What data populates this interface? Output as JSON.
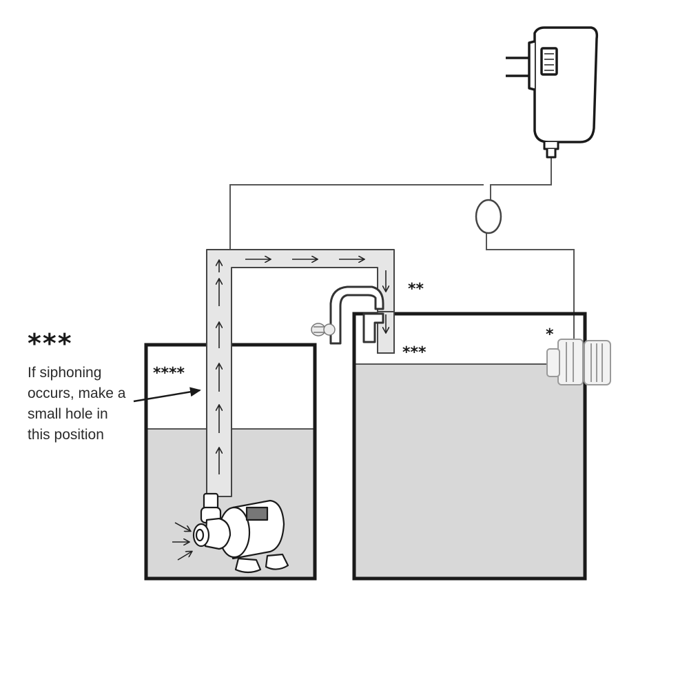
{
  "note": {
    "marker": "***",
    "lines": [
      "If siphoning",
      "occurs, make a",
      "small hole in",
      "this position"
    ]
  },
  "markers": {
    "tank_left_pipe": "****",
    "overflow_box": "**",
    "tank_right_level": "***",
    "float_switch": "*"
  },
  "colors": {
    "outline": "#1a1a1a",
    "water": "#d8d8d8",
    "pipe_fill": "#e6e6e6",
    "wire": "#555555"
  },
  "icons": [
    "power-adapter-icon",
    "water-pump-icon",
    "float-switch-icon",
    "connector-icon",
    "overflow-box-icon",
    "water-sensor-icon"
  ]
}
